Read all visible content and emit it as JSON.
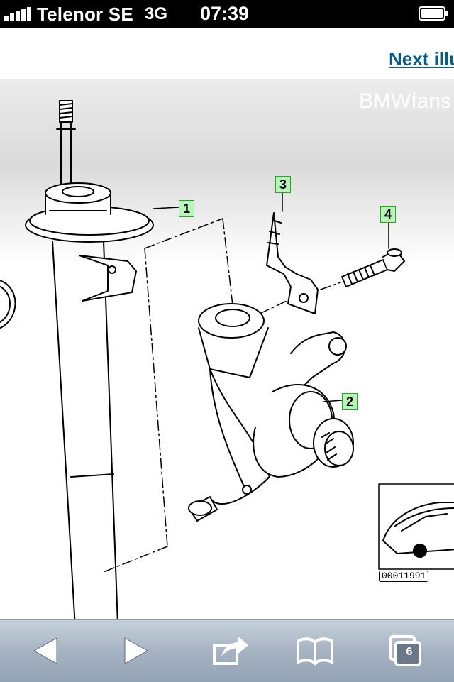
{
  "status_bar": {
    "carrier": "Telenor SE",
    "network": "3G",
    "time": "07:39",
    "icons": [
      "signal-bars-icon",
      "battery-icon"
    ]
  },
  "page": {
    "next_link": "Next illu"
  },
  "diagram": {
    "watermark": "BMWfans",
    "callouts": [
      "1",
      "2",
      "3",
      "4"
    ],
    "inset_code": "00011991"
  },
  "toolbar": {
    "icons": [
      "back-arrow-icon",
      "forward-arrow-icon",
      "share-icon",
      "bookmarks-icon",
      "tabs-icon"
    ],
    "tab_count": "6"
  },
  "colors": {
    "status_bg": "#000000",
    "link": "#0a5d87",
    "callout_fill": "#b9f5b9",
    "callout_border": "#2da02d",
    "toolbar": "#a6b3c2"
  }
}
